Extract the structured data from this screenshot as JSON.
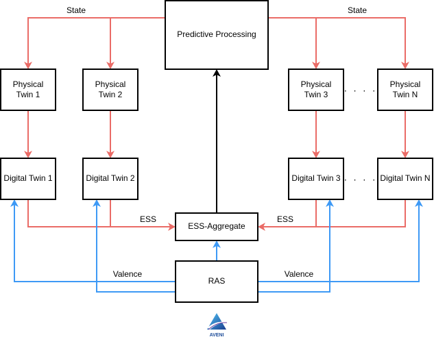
{
  "diagram": {
    "nodes": {
      "predictive": "Predictive Processing",
      "pt1_line1": "Physical",
      "pt1_line2": "Twin 1",
      "pt2_line1": "Physical",
      "pt2_line2": "Twin 2",
      "pt3_line1": "Physical",
      "pt3_line2": "Twin 3",
      "ptn_line1": "Physical",
      "ptn_line2": "Twin N",
      "dt1": "Digital Twin 1",
      "dt2": "Digital Twin 2",
      "dt3": "Digital Twin 3",
      "dtn": "Digital Twin N",
      "ess_aggregate": "ESS-Aggregate",
      "ras": "RAS"
    },
    "edge_labels": {
      "state_left": "State",
      "state_right": "State",
      "ess_left": "ESS",
      "ess_right": "ESS",
      "valence_left": "Valence",
      "valence_right": "Valence"
    },
    "ellipsis": ". . . .",
    "logo_text": "AVENI",
    "colors": {
      "state_ess": "#EA6B66",
      "valence": "#3D99F5",
      "prediction": "#000000"
    }
  }
}
